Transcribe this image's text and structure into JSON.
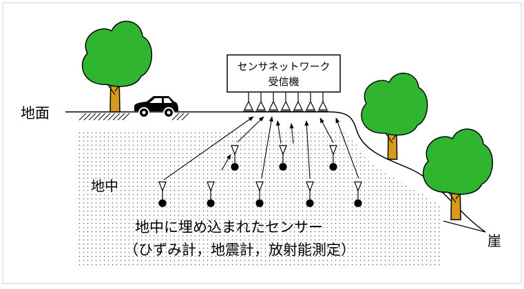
{
  "receiver": {
    "line1": "センサネットワーク",
    "line2": "受信機"
  },
  "labels": {
    "ground": "地面",
    "underground": "地中",
    "cliff": "崖",
    "caption1": "地中に埋め込まれたセンサー",
    "caption2": "（ひずみ計，地震計，放射能測定）"
  },
  "colors": {
    "foliage": "#2fb52f",
    "trunk": "#d89a1c",
    "soil_dots": "#555555",
    "ink": "#000000"
  },
  "icons": {
    "vehicle": "car-icon",
    "tree": "tree-icon",
    "antenna": "antenna-icon",
    "sensor": "sensor-node-icon"
  }
}
